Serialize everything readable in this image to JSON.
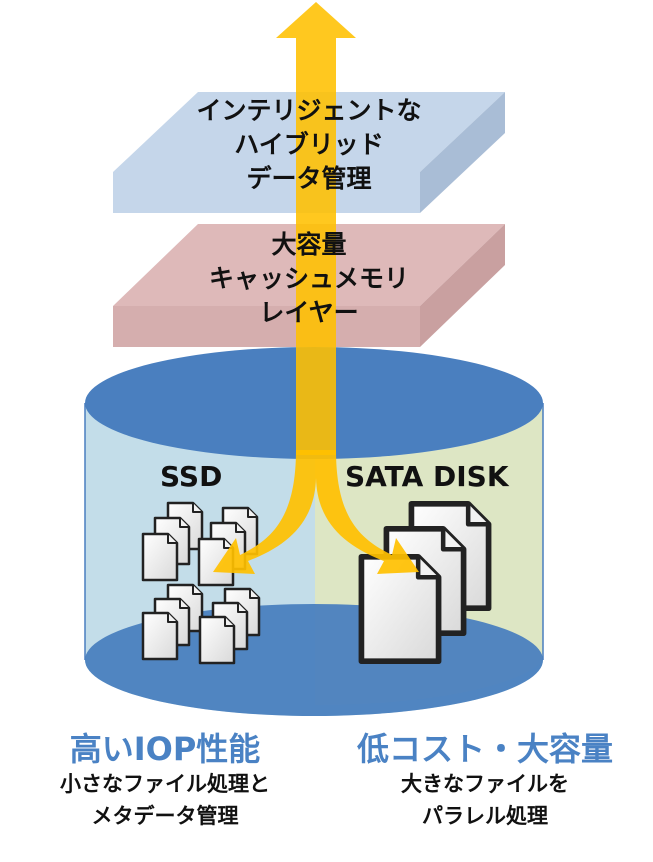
{
  "layers": {
    "top": [
      "インテリジェントな",
      "ハイブリッド",
      "データ管理"
    ],
    "middle": [
      "大容量",
      "キャッシュメモリ",
      "レイヤー"
    ]
  },
  "storage": {
    "left_label": "SSD",
    "right_label": "SATA DISK"
  },
  "captions": {
    "left_heading": "高いIOP性能",
    "left_lines": [
      "小さなファイル処理と",
      "メタデータ管理"
    ],
    "right_heading": "低コスト・大容量",
    "right_lines": [
      "大きなファイルを",
      "パラレル処理"
    ]
  },
  "colors": {
    "top_layer": "#c5d6ea",
    "middle_layer": "#deb9b9",
    "cylinder_blue": "#4a7fbf",
    "ssd_fill": "#c3dde9",
    "sata_fill": "#dde6c4",
    "arrow": "#ffc000",
    "heading": "#4a82c4"
  }
}
